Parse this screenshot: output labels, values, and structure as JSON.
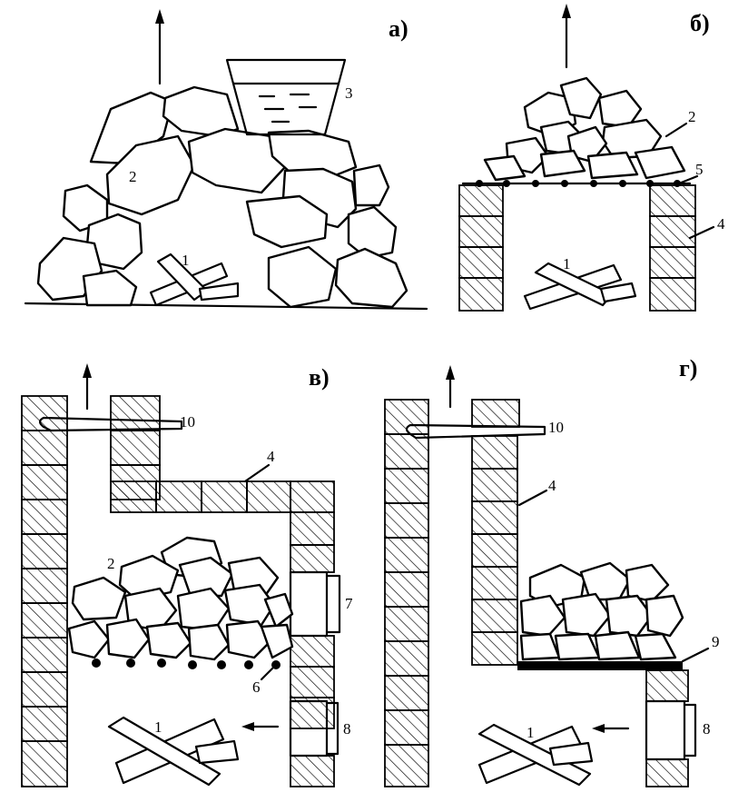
{
  "panels": {
    "a": "а)",
    "b": "б)",
    "v": "в)",
    "g": "г)"
  },
  "labels": {
    "a": {
      "fire": "1",
      "stones": "2",
      "water": "3"
    },
    "b": {
      "fire": "1",
      "stones": "2",
      "brick": "4",
      "grate": "5"
    },
    "v": {
      "fire": "1",
      "stones": "2",
      "brick": "4",
      "grate": "6",
      "door_stones": "7",
      "door_fire": "8",
      "damper": "10"
    },
    "g": {
      "fire": "1",
      "brick": "4",
      "door_fire": "8",
      "plate": "9",
      "damper": "10"
    }
  }
}
